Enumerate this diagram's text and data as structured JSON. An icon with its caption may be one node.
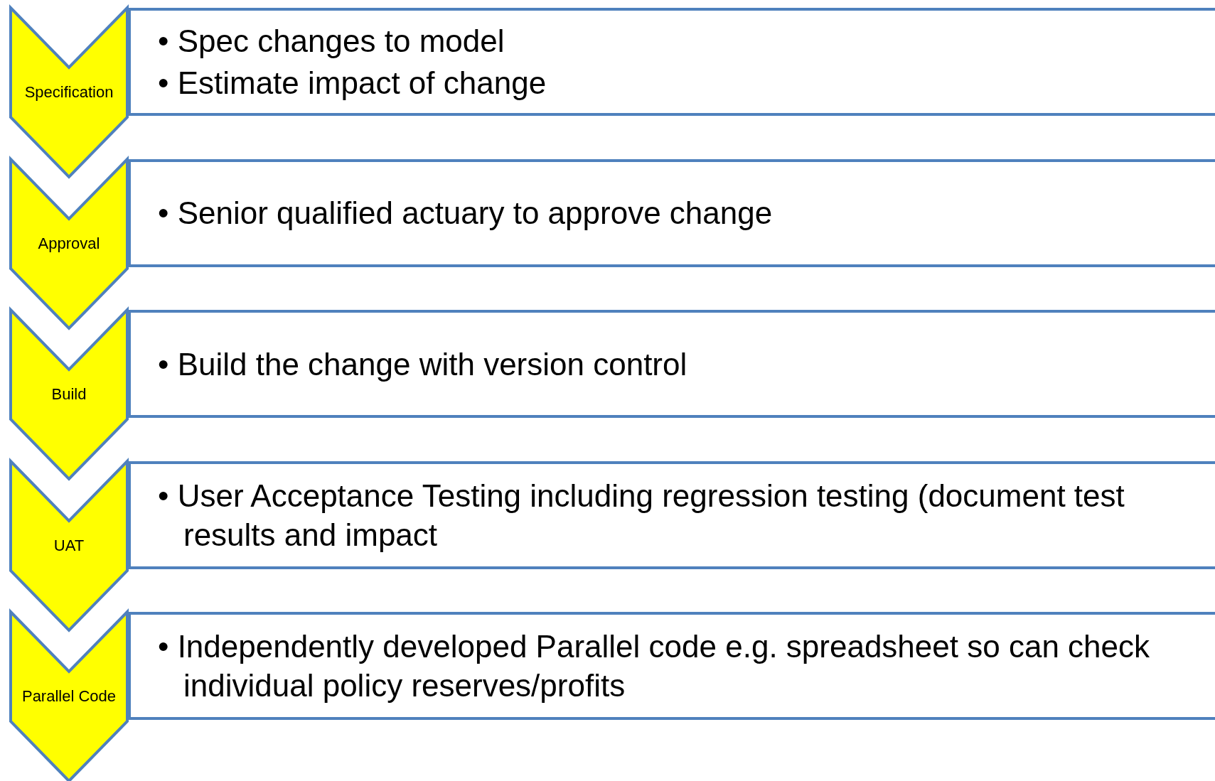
{
  "diagram": {
    "nodes": [
      {
        "text": [
          "Specification"
        ]
      },
      {
        "text": [
          "• Spec changes to model",
          "• Estimate impact of change"
        ]
      },
      {
        "text": [
          "Approval"
        ]
      },
      {
        "text": [
          "• Senior qualified actuary to approve change"
        ]
      },
      {
        "text": [
          "Build"
        ]
      },
      {
        "text": [
          "• Build the change with version control"
        ]
      },
      {
        "text": [
          "UAT"
        ]
      },
      {
        "text": [
          "• User Acceptance Testing including regression testing (document test results and impact"
        ]
      },
      {
        "text": [
          "Parallel Code"
        ]
      },
      {
        "text": [
          "• Independently developed Parallel code e.g. spreadsheet so can check individual policy reserves/profits"
        ]
      }
    ]
  }
}
